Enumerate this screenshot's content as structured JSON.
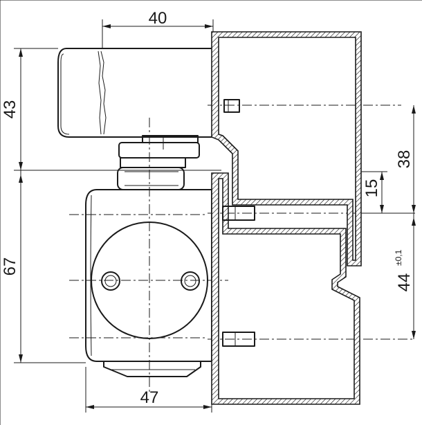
{
  "dimensions": {
    "width_top": "40",
    "height_upper": "43",
    "height_lower": "67",
    "width_bottom": "47",
    "right_38": "38",
    "right_15": "15",
    "right_44": "44",
    "right_44_tolerance": "±0,1"
  },
  "colors": {
    "line": "#1a1a1a",
    "background": "#ffffff"
  }
}
